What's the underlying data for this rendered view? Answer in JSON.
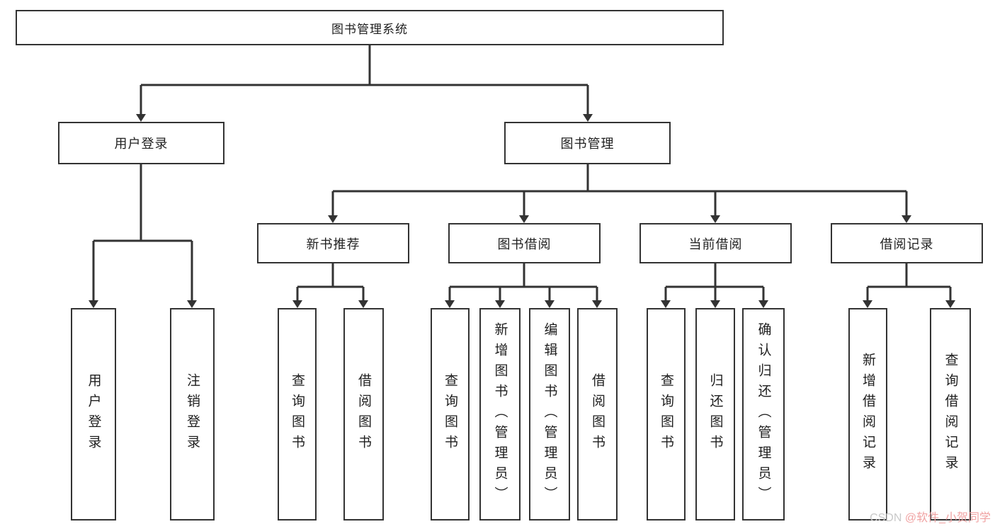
{
  "tree": {
    "root": "图书管理系统",
    "branches": [
      {
        "label": "用户登录",
        "children": [
          {
            "label": "用户登录"
          },
          {
            "label": "注销登录"
          }
        ]
      },
      {
        "label": "图书管理",
        "groups": [
          {
            "label": "新书推荐",
            "children": [
              {
                "label": "查询图书"
              },
              {
                "label": "借阅图书"
              }
            ]
          },
          {
            "label": "图书借阅",
            "children": [
              {
                "label": "查询图书"
              },
              {
                "label": "新增图书（管理员）"
              },
              {
                "label": "编辑图书（管理员）"
              },
              {
                "label": "借阅图书"
              }
            ]
          },
          {
            "label": "当前借阅",
            "children": [
              {
                "label": "查询图书"
              },
              {
                "label": "归还图书"
              },
              {
                "label": "确认归还（管理员）"
              }
            ]
          },
          {
            "label": "借阅记录",
            "children": [
              {
                "label": "新增借阅记录"
              },
              {
                "label": "查询借阅记录"
              }
            ]
          }
        ]
      }
    ]
  },
  "watermark": {
    "prefix": "CSDN ",
    "user": "@软件_小贺同学"
  },
  "colors": {
    "line": "#333333",
    "box_border": "#333333",
    "background": "#ffffff",
    "watermark_prefix": "#c9c9c9",
    "watermark_user": "#f0a2a2"
  }
}
